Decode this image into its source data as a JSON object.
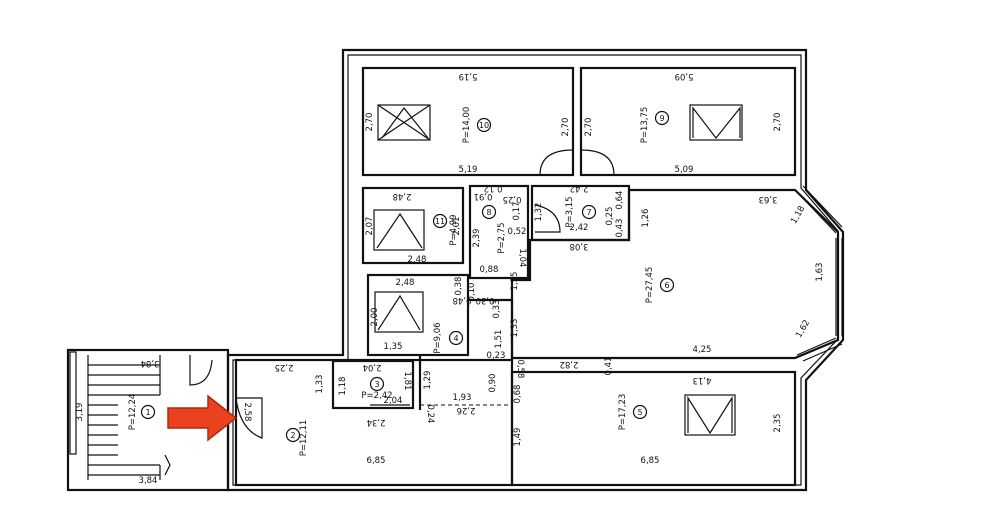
{
  "plan": {
    "rooms": [
      {
        "id": "r1",
        "number": "1",
        "area": "P=12,24"
      },
      {
        "id": "r2",
        "number": "2",
        "area": "P=12,11"
      },
      {
        "id": "r3",
        "number": "3",
        "area": "P=2,42"
      },
      {
        "id": "r4",
        "number": "4",
        "area": "P=9,06"
      },
      {
        "id": "r5",
        "number": "5",
        "area": "P=17,23"
      },
      {
        "id": "r6",
        "number": "6",
        "area": "P=27,45"
      },
      {
        "id": "r7",
        "number": "7",
        "area": "P=3,15"
      },
      {
        "id": "r8",
        "number": "8",
        "area": "P=2,75"
      },
      {
        "id": "r9",
        "number": "9",
        "area": "P=13,75"
      },
      {
        "id": "r10",
        "number": "10",
        "area": "P=14,00"
      },
      {
        "id": "r11",
        "number": "11",
        "area": "P=4,99"
      }
    ],
    "dimensions": {
      "d_519_top": "5,19",
      "d_270_a": "2,70",
      "d_270_b": "2,70",
      "d_519_bot": "5,19",
      "d_509_top": "5,09",
      "d_270_c": "2,70",
      "d_270_d": "2,70",
      "d_509_bot": "5,09",
      "d_248_a": "2,48",
      "d_207": "2,07",
      "d_201": "2,01",
      "d_248_b": "2,48",
      "d_012": "0,12",
      "d_091": "0,91",
      "d_025_a": "0,25",
      "d_239": "2,39",
      "d_017": "0,17",
      "d_052": "0,52",
      "d_104": "1,04",
      "d_088": "0,88",
      "d_132": "1,32",
      "d_242_a": "2,42",
      "d_064": "0,64",
      "d_025_b": "0,25",
      "d_043": "0,43",
      "d_242_b": "2,42",
      "d_308": "3,08",
      "d_363": "3,63",
      "d_126": "1,26",
      "d_118_a": "1,18",
      "d_163": "1,63",
      "d_162": "1,62",
      "d_425": "4,25",
      "d_041": "0,41",
      "d_413": "4,13",
      "d_235": "2,35",
      "d_685_a": "6,85",
      "d_149": "1,49",
      "d_282": "2,82",
      "d_058": "0,58",
      "d_068": "0,68",
      "d_090": "0,90",
      "d_023": "0,23",
      "d_151": "1,51",
      "d_133": "1,33",
      "d_155": "1,55",
      "d_033": "0,33",
      "d_010": "0,10",
      "d_030": "0,30",
      "d_048": "0,48",
      "d_038": "0,38",
      "d_248_c": "2,48",
      "d_200": "2,00",
      "d_135": "1,35",
      "d_129": "1,29",
      "d_193": "1,93",
      "d_226": "2,26",
      "d_024": "0,24",
      "d_204_a": "2,04",
      "d_118_b": "1,18",
      "d_181": "1,81",
      "d_204_b": "2,04",
      "d_234": "2,34",
      "d_133_b": "1,33",
      "d_225": "2,25",
      "d_258": "2,58",
      "d_685_b": "6,85",
      "d_384_a": "3,84",
      "d_319": "3,19",
      "d_384_b": "3,84"
    },
    "arrow_color": "#e8421e",
    "icons": [
      "entrance-arrow-icon",
      "window-cross-icon",
      "stair-icon"
    ]
  }
}
